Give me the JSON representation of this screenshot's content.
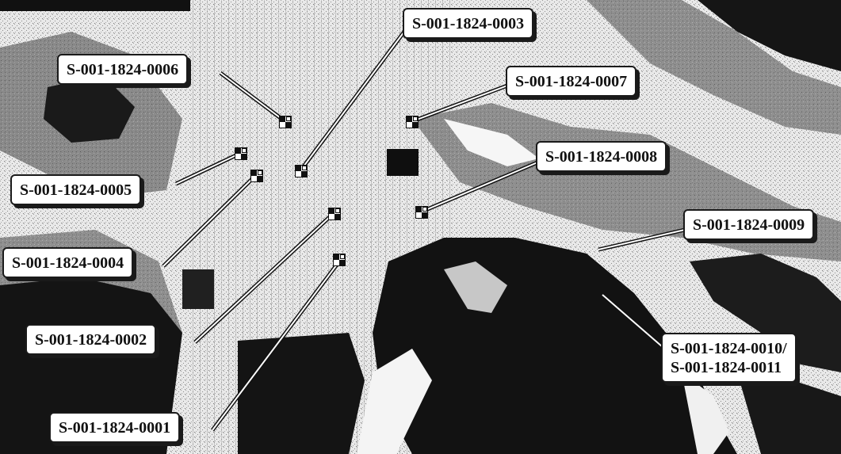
{
  "map": {
    "samples": [
      {
        "id": "S-001-1824-0001",
        "lines": [
          "S-001-1824-0001"
        ]
      },
      {
        "id": "S-001-1824-0002",
        "lines": [
          "S-001-1824-0002"
        ]
      },
      {
        "id": "S-001-1824-0003",
        "lines": [
          "S-001-1824-0003"
        ]
      },
      {
        "id": "S-001-1824-0004",
        "lines": [
          "S-001-1824-0004"
        ]
      },
      {
        "id": "S-001-1824-0005",
        "lines": [
          "S-001-1824-0005"
        ]
      },
      {
        "id": "S-001-1824-0006",
        "lines": [
          "S-001-1824-0006"
        ]
      },
      {
        "id": "S-001-1824-0007",
        "lines": [
          "S-001-1824-0007"
        ]
      },
      {
        "id": "S-001-1824-0008",
        "lines": [
          "S-001-1824-0008"
        ]
      },
      {
        "id": "S-001-1824-0009",
        "lines": [
          "S-001-1824-0009"
        ]
      },
      {
        "id": "S-001-1824-0010/S-001-1824-0011",
        "lines": [
          "S-001-1824-0010/",
          "S-001-1824-0011"
        ]
      }
    ],
    "colors": {
      "background": "#f2f2f2",
      "dark_terrain": "#141414",
      "mid_terrain": "#6e6e6e",
      "light_terrain": "#bdbdbd",
      "label_border": "#1a1a1a",
      "label_fill": "#ffffff"
    },
    "marker_icon": "sample-location-icon"
  }
}
